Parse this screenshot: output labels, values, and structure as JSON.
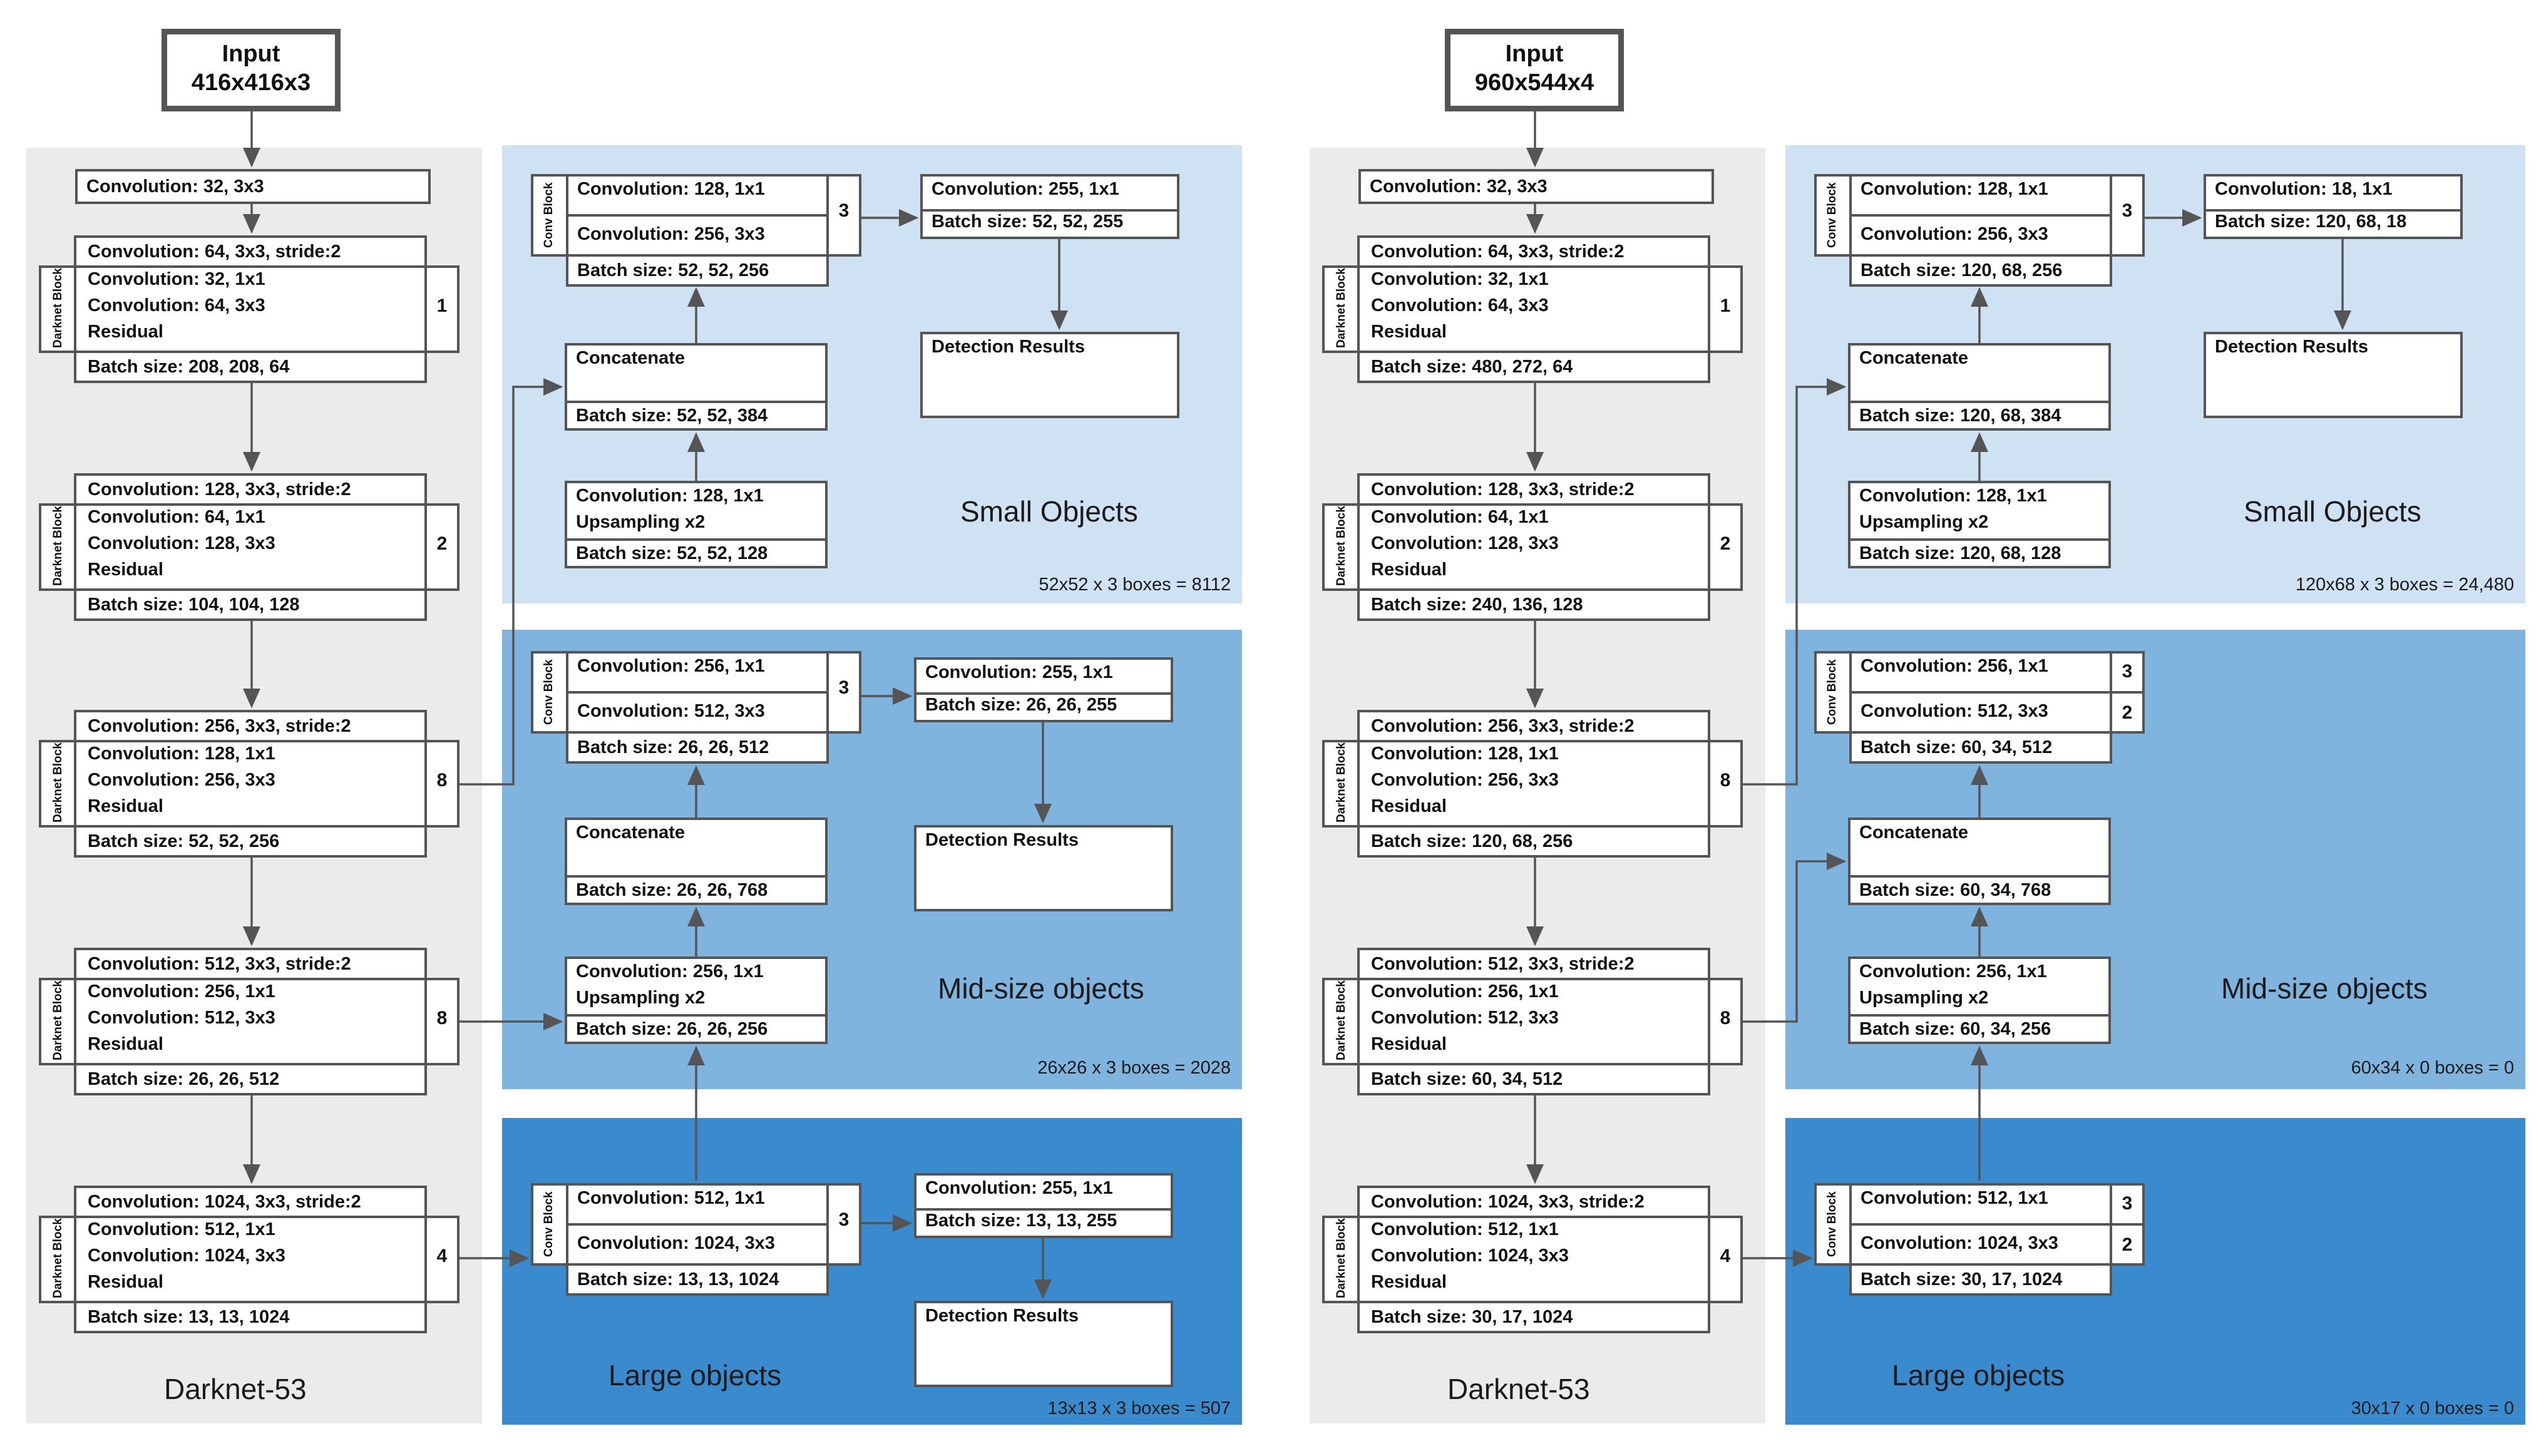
{
  "diagrams": [
    {
      "input": {
        "line1": "Input",
        "line2": "416x416x3"
      },
      "backbone": {
        "title": "Darknet-53",
        "first_conv": "Convolution: 32,  3x3",
        "block_label": "Darknet Block",
        "blocks": [
          {
            "head": "Convolution: 64,  3x3, stride:2",
            "l1": "Convolution: 32, 1x1",
            "l2": "Convolution: 64, 3x3",
            "l3": "Residual",
            "repeat": "1",
            "batch": "Batch size: 208, 208, 64"
          },
          {
            "head": "Convolution: 128,  3x3, stride:2",
            "l1": "Convolution: 64, 1x1",
            "l2": "Convolution: 128, 3x3",
            "l3": "Residual",
            "repeat": "2",
            "batch": "Batch size: 104, 104, 128"
          },
          {
            "head": "Convolution: 256,  3x3, stride:2",
            "l1": "Convolution: 128, 1x1",
            "l2": "Convolution: 256, 3x3",
            "l3": "Residual",
            "repeat": "8",
            "batch": "Batch size: 52, 52, 256"
          },
          {
            "head": "Convolution: 512,  3x3, stride:2",
            "l1": "Convolution: 256, 1x1",
            "l2": "Convolution: 512, 3x3",
            "l3": "Residual",
            "repeat": "8",
            "batch": "Batch size: 26, 26, 512"
          },
          {
            "head": "Convolution: 1024,  3x3, stride:2",
            "l1": "Convolution: 512, 1x1",
            "l2": "Convolution: 1024, 3x3",
            "l3": "Residual",
            "repeat": "4",
            "batch": "Batch size: 13, 13, 1024"
          }
        ]
      },
      "small": {
        "title": "Small Objects",
        "count": "52x52 x 3 boxes = 8112",
        "conv_block": {
          "label": "Conv Block",
          "l1": "Convolution: 128, 1x1",
          "l2": "Convolution: 256, 3x3",
          "rep1": "3",
          "rep2": "",
          "batch": "Batch size: 52, 52, 256"
        },
        "out_conv": {
          "l1": "Convolution: 255, 1x1",
          "batch": "Batch size: 52, 52, 255"
        },
        "detection": "Detection Results",
        "concat": {
          "l1": "Concatenate",
          "batch": "Batch size: 52, 52, 384"
        },
        "upsample": {
          "l1": "Convolution: 128, 1x1",
          "l2": "Upsampling x2",
          "batch": "Batch size: 52, 52, 128"
        }
      },
      "mid": {
        "title": "Mid-size objects",
        "count": "26x26 x 3 boxes = 2028",
        "conv_block": {
          "label": "Conv Block",
          "l1": "Convolution: 256, 1x1",
          "l2": "Convolution: 512, 3x3",
          "rep1": "3",
          "rep2": "",
          "batch": "Batch size: 26, 26, 512"
        },
        "out_conv": {
          "l1": "Convolution: 255, 1x1",
          "batch": "Batch size: 26, 26, 255"
        },
        "detection": "Detection Results",
        "concat": {
          "l1": "Concatenate",
          "batch": "Batch size: 26, 26, 768"
        },
        "upsample": {
          "l1": "Convolution: 256, 1x1",
          "l2": "Upsampling x2",
          "batch": "Batch size: 26, 26, 256"
        }
      },
      "large": {
        "title": "Large objects",
        "count": "13x13 x 3 boxes = 507",
        "conv_block": {
          "label": "Conv Block",
          "l1": "Convolution: 512, 1x1",
          "l2": "Convolution: 1024, 3x3",
          "rep1": "3",
          "rep2": "",
          "batch": "Batch size: 13, 13, 1024"
        },
        "out_conv": {
          "l1": "Convolution: 255, 1x1",
          "batch": "Batch size: 13, 13, 255"
        },
        "detection": "Detection Results"
      }
    },
    {
      "input": {
        "line1": "Input",
        "line2": "960x544x4"
      },
      "backbone": {
        "title": "Darknet-53",
        "first_conv": "Convolution: 32,  3x3",
        "block_label": "Darknet Block",
        "blocks": [
          {
            "head": "Convolution: 64,  3x3, stride:2",
            "l1": "Convolution: 32, 1x1",
            "l2": "Convolution: 64, 3x3",
            "l3": "Residual",
            "repeat": "1",
            "batch": "Batch size: 480, 272, 64"
          },
          {
            "head": "Convolution: 128,  3x3, stride:2",
            "l1": "Convolution: 64, 1x1",
            "l2": "Convolution: 128, 3x3",
            "l3": "Residual",
            "repeat": "2",
            "batch": "Batch size: 240, 136, 128"
          },
          {
            "head": "Convolution: 256,  3x3, stride:2",
            "l1": "Convolution: 128, 1x1",
            "l2": "Convolution: 256, 3x3",
            "l3": "Residual",
            "repeat": "8",
            "batch": "Batch size: 120, 68, 256"
          },
          {
            "head": "Convolution: 512,  3x3, stride:2",
            "l1": "Convolution: 256, 1x1",
            "l2": "Convolution: 512, 3x3",
            "l3": "Residual",
            "repeat": "8",
            "batch": "Batch size: 60, 34, 512"
          },
          {
            "head": "Convolution: 1024,  3x3, stride:2",
            "l1": "Convolution: 512, 1x1",
            "l2": "Convolution: 1024, 3x3",
            "l3": "Residual",
            "repeat": "4",
            "batch": "Batch size: 30, 17, 1024"
          }
        ]
      },
      "small": {
        "title": "Small Objects",
        "count": "120x68 x 3 boxes = 24,480",
        "conv_block": {
          "label": "Conv Block",
          "l1": "Convolution: 128, 1x1",
          "l2": "Convolution: 256, 3x3",
          "rep1": "3",
          "rep2": "",
          "batch": "Batch size: 120, 68, 256"
        },
        "out_conv": {
          "l1": "Convolution: 18, 1x1",
          "batch": "Batch size: 120, 68, 18"
        },
        "detection": "Detection Results",
        "concat": {
          "l1": "Concatenate",
          "batch": "Batch size: 120, 68, 384"
        },
        "upsample": {
          "l1": "Convolution: 128, 1x1",
          "l2": "Upsampling x2",
          "batch": "Batch size: 120, 68, 128"
        }
      },
      "mid": {
        "title": "Mid-size objects",
        "count": "60x34 x 0 boxes = 0",
        "conv_block": {
          "label": "Conv Block",
          "l1": "Convolution: 256, 1x1",
          "l2": "Convolution: 512, 3x3",
          "rep1": "3",
          "rep2": "2",
          "batch": "Batch size: 60, 34, 512"
        },
        "concat": {
          "l1": "Concatenate",
          "batch": "Batch size: 60, 34, 768"
        },
        "upsample": {
          "l1": "Convolution: 256, 1x1",
          "l2": "Upsampling x2",
          "batch": "Batch size: 60, 34, 256"
        }
      },
      "large": {
        "title": "Large objects",
        "count": "30x17 x 0 boxes = 0",
        "conv_block": {
          "label": "Conv Block",
          "l1": "Convolution: 512, 1x1",
          "l2": "Convolution: 1024, 3x3",
          "rep1": "3",
          "rep2": "2",
          "batch": "Batch size: 30, 17, 1024"
        }
      }
    }
  ],
  "colors": {
    "backbone_bg": "#ebebeb",
    "small_bg": "#cfe2f3",
    "mid_bg": "#7fb4de",
    "large_bg": "#3a8bcd",
    "border": "#555555"
  }
}
